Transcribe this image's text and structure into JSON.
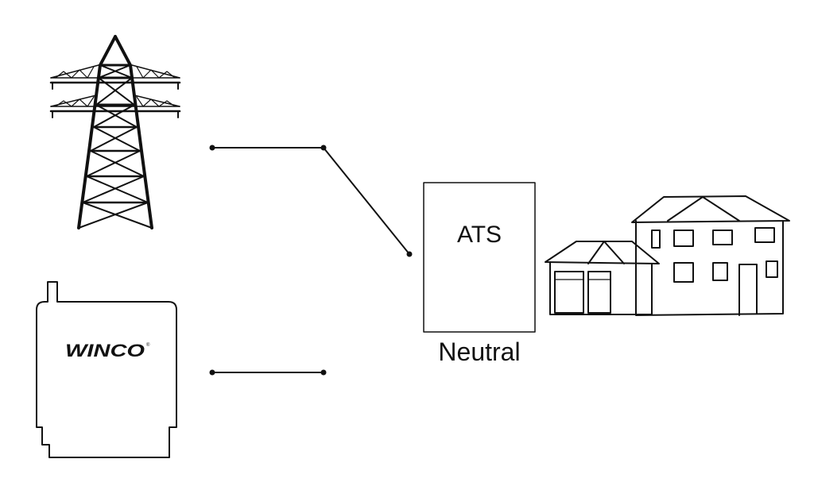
{
  "diagram": {
    "ats_label": "ATS",
    "state_label": "Neutral",
    "generator_brand": "WINCO",
    "generator_brand_mark": "®",
    "switch_position": "neutral",
    "colors": {
      "stroke": "#111111",
      "background": "#ffffff"
    },
    "icons": {
      "utility_source": "transmission-tower-icon",
      "generator_source": "generator-icon",
      "load": "house-with-garage-icon"
    }
  }
}
